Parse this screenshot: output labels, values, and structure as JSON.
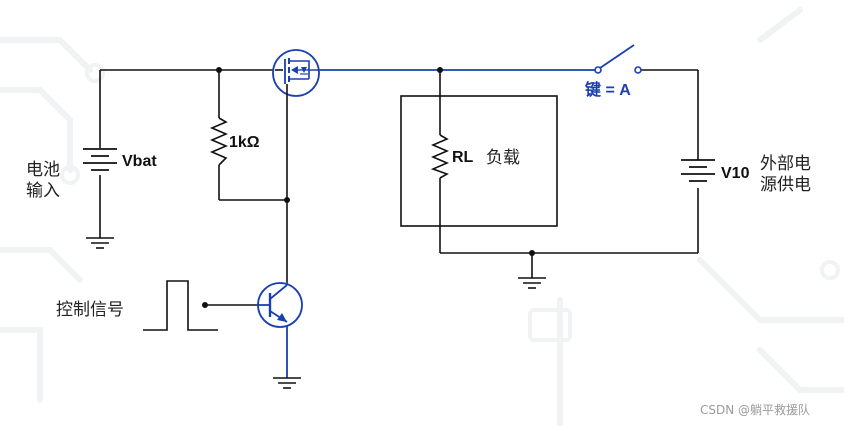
{
  "labels": {
    "vbat": "Vbat",
    "battery_input_line1": "电池",
    "battery_input_line2": "输入",
    "resistor_1k": "1kΩ",
    "load_resistor": "RL",
    "load": "负载",
    "switch": "键 = A",
    "v10": "V10",
    "external_supply_line1": "外部电",
    "external_supply_line2": "源供电",
    "control_signal": "控制信号"
  },
  "watermark": "CSDN @躺平救援队",
  "colors": {
    "wire": "#111111",
    "highlight_wire": "#1a3fb0",
    "switch_text": "#1a3fb0",
    "background": "#ffffff",
    "background_trace": "#f1f2f4"
  }
}
